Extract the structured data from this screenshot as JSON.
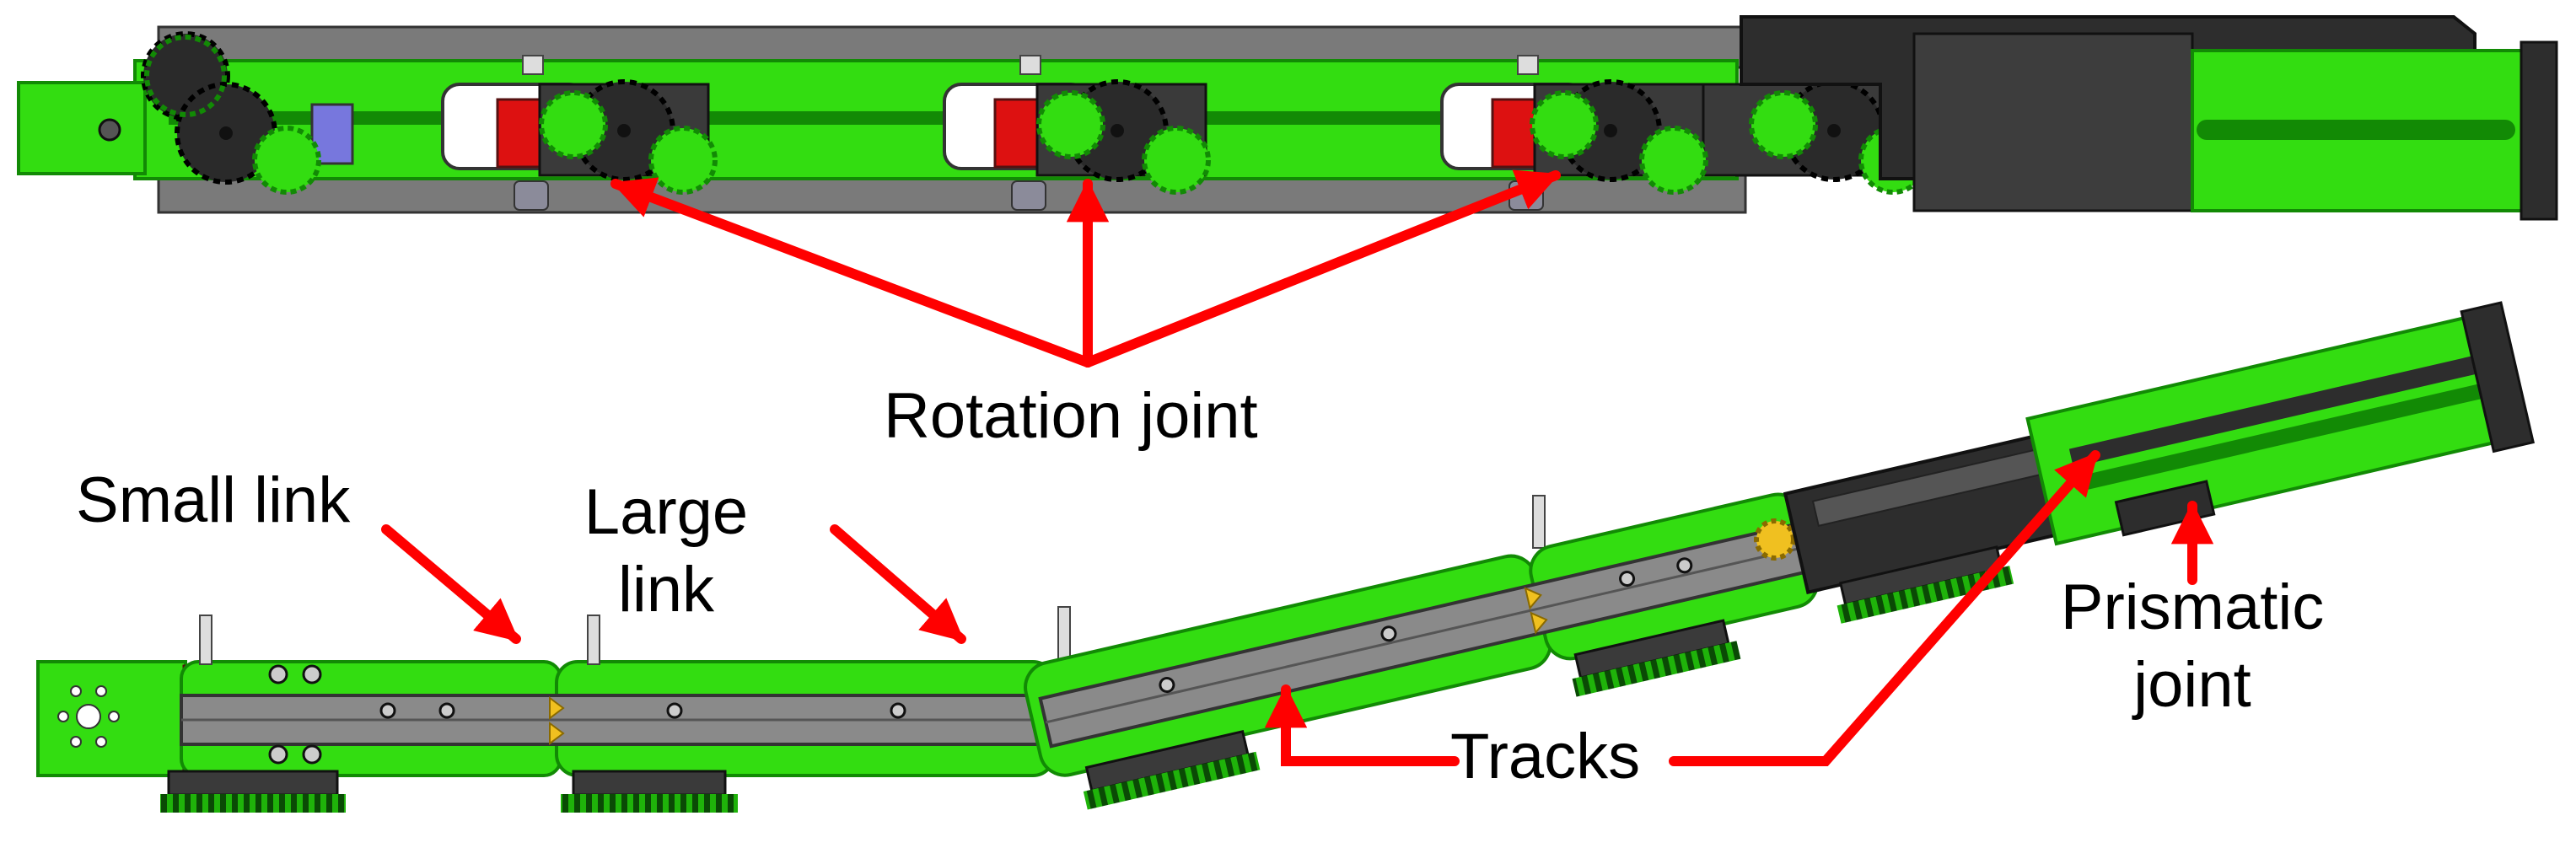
{
  "labels": {
    "rotation_joint": "Rotation joint",
    "small_link": "Small link",
    "large_link_line1": "Large",
    "large_link_line2": "link",
    "tracks": "Tracks",
    "prismatic_line1": "Prismatic",
    "prismatic_line2": "joint"
  },
  "colors": {
    "green": "#33dd11",
    "dark_green": "#128a05",
    "dark_gray": "#4a4a4a",
    "mid_gray": "#7a7a7a",
    "light_gray": "#b9b9b9",
    "black_part": "#2a2a2a",
    "red_part": "#dd1111",
    "arrow_red": "#ff0000",
    "blue_part": "#7777dd"
  }
}
